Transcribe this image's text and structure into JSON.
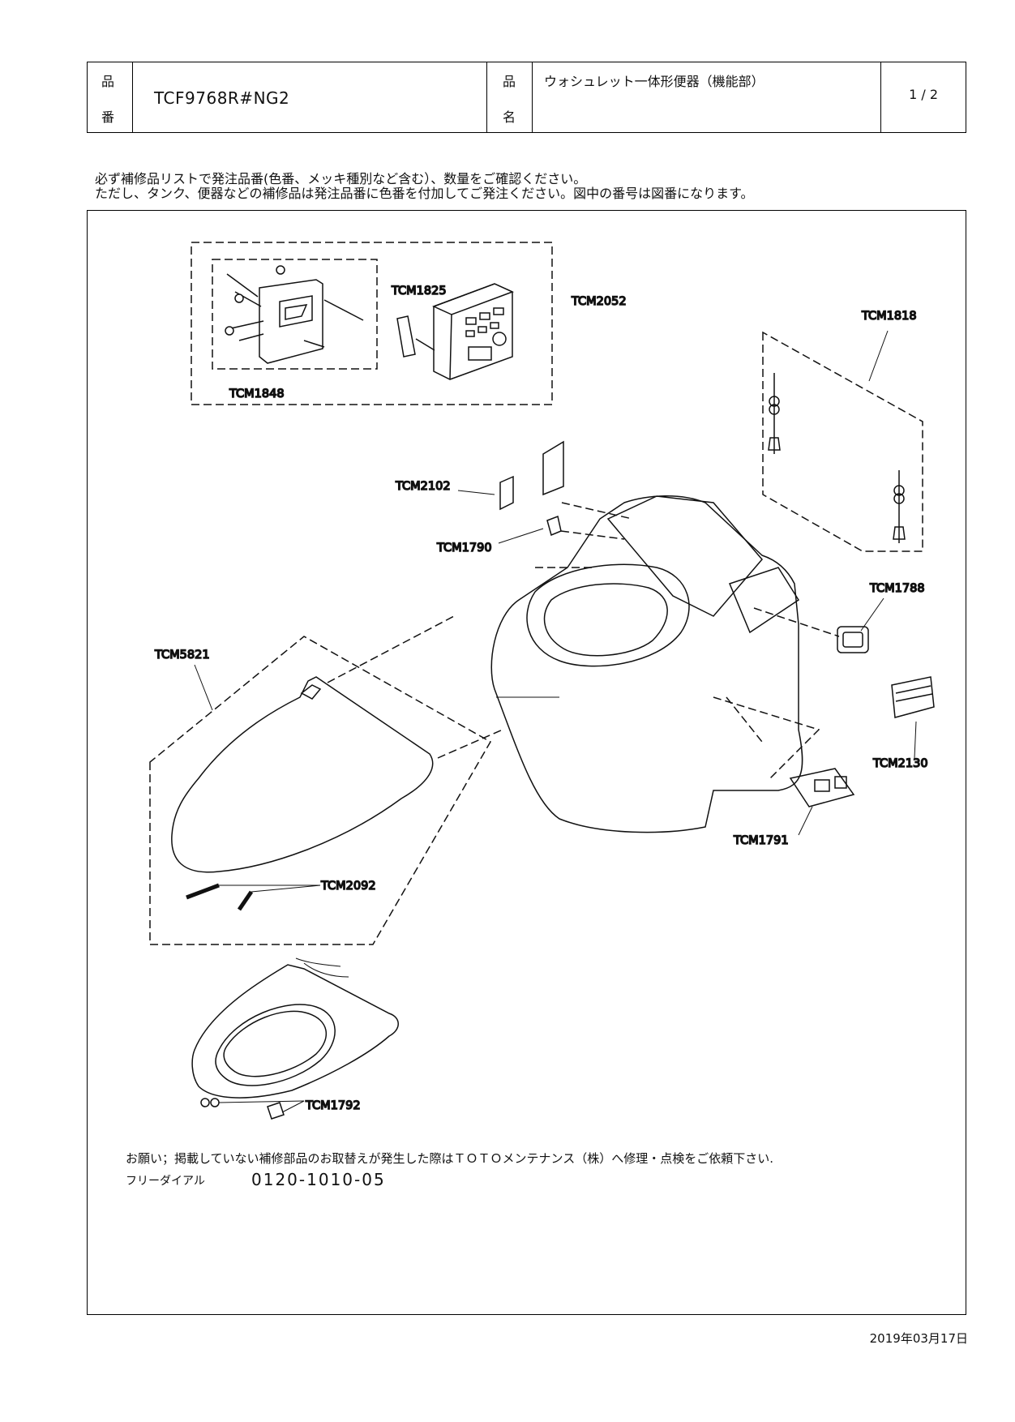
{
  "header": {
    "code_label_1": "品",
    "code_label_2": "番",
    "product_code": "TCF9768R#NG2",
    "name_label_1": "品",
    "name_label_2": "名",
    "product_name": "ウォシュレット一体形便器（機能部）",
    "page": "1 / 2"
  },
  "notice": {
    "line1": "必ず補修品リストで発注品番(色番、メッキ種別など含む）、数量をご確認ください。",
    "line2": "ただし、タンク、便器などの補修品は発注品番に色番を付加してご発注ください。図中の番号は図番になります。"
  },
  "parts": {
    "tcm1825": "TCM1825",
    "tcm2052": "TCM2052",
    "tcm1848": "TCM1848",
    "tcm1818": "TCM1818",
    "tcm2102": "TCM2102",
    "tcm1790": "TCM1790",
    "tcm1788": "TCM1788",
    "tcm5821": "TCM5821",
    "tcm2130": "TCM2130",
    "tcm1791": "TCM1791",
    "tcm2092": "TCM2092",
    "tcm1792": "TCM1792"
  },
  "footer": {
    "request": "お願い；掲載していない補修部品のお取替えが発生した際はＴＯＴＯメンテナンス（株）へ修理・点検をご依頼下さい.",
    "freedial_label": "フリーダイアル",
    "phone": "0120-1010-05",
    "date": "2019年03月17日"
  }
}
